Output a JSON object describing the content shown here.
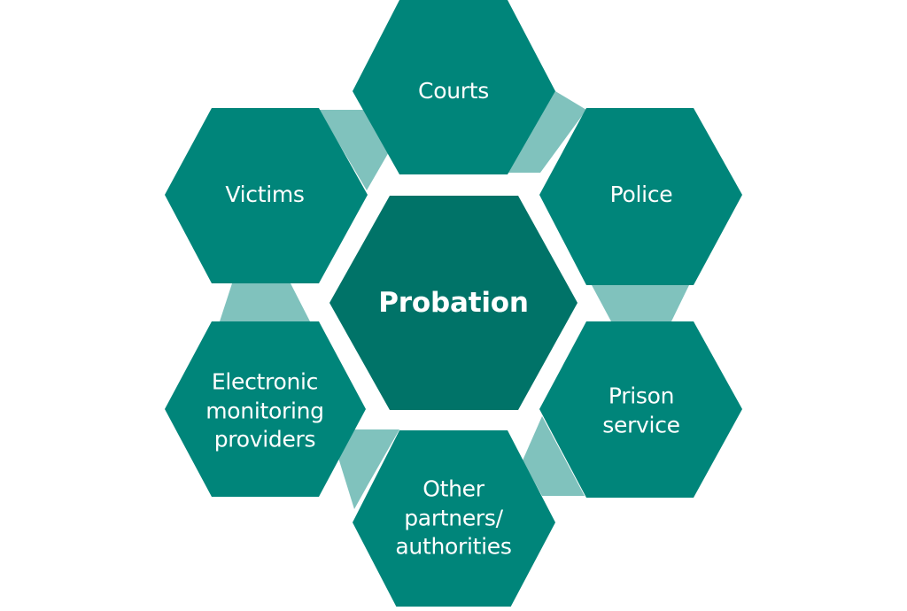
{
  "diagram": {
    "colors": {
      "hex_fill": "#00857a",
      "center_fill": "#007368",
      "connector_fill": "#80c2bd",
      "background": "#ffffff",
      "text": "#ffffff"
    },
    "center": {
      "label": "Probation"
    },
    "nodes": [
      {
        "id": "courts",
        "lines": [
          "Courts"
        ]
      },
      {
        "id": "police",
        "lines": [
          "Police"
        ]
      },
      {
        "id": "prison-service",
        "lines": [
          "Prison",
          "service"
        ]
      },
      {
        "id": "other-partners",
        "lines": [
          "Other",
          "partners/",
          "authorities"
        ]
      },
      {
        "id": "electronic-monitoring",
        "lines": [
          "Electronic",
          "monitoring",
          "providers"
        ]
      },
      {
        "id": "victims",
        "lines": [
          "Victims"
        ]
      }
    ]
  }
}
